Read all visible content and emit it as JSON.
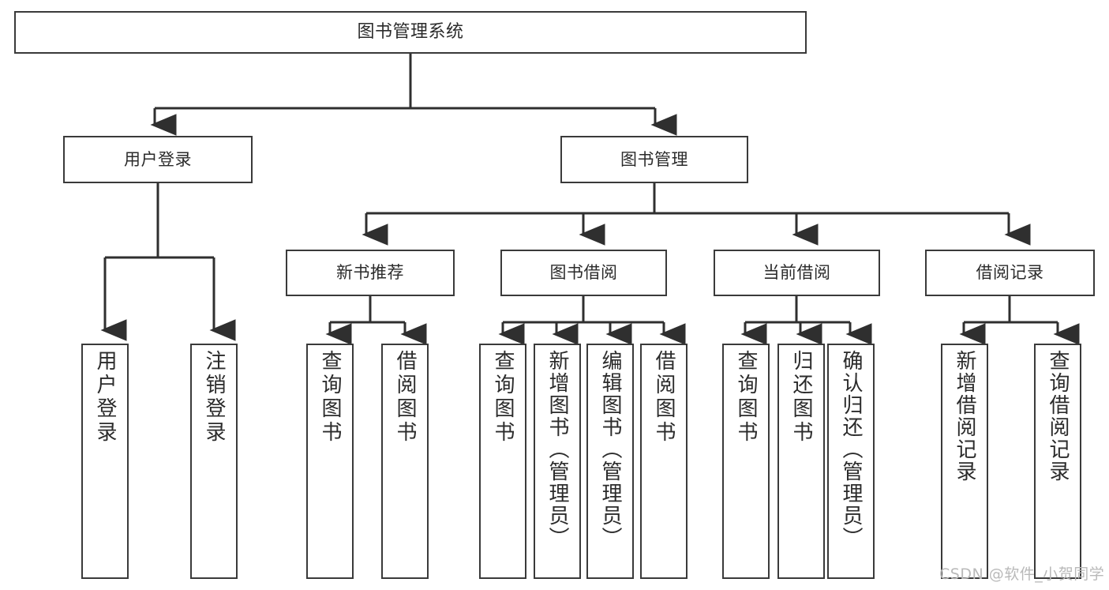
{
  "diagram": {
    "title": "图书管理系统",
    "type": "功能结构图",
    "stroke_color": "#3a3a3a",
    "fill_color": "#ffffff",
    "text_color": "#2b2b2b"
  },
  "root": {
    "label": "图书管理系统"
  },
  "level2": [
    {
      "label": "用户登录"
    },
    {
      "label": "图书管理"
    }
  ],
  "level3": [
    {
      "label": "新书推荐"
    },
    {
      "label": "图书借阅"
    },
    {
      "label": "当前借阅"
    },
    {
      "label": "借阅记录"
    }
  ],
  "leaves": {
    "user_login": [
      {
        "label": "用户登录"
      },
      {
        "label": "注销登录"
      }
    ],
    "new_book": [
      {
        "label": "查询图书"
      },
      {
        "label": "借阅图书"
      }
    ],
    "book_borrow": [
      {
        "label": "查询图书"
      },
      {
        "label": "新增图书（管理员）"
      },
      {
        "label": "编辑图书（管理员）"
      },
      {
        "label": "借阅图书"
      }
    ],
    "current_borrow": [
      {
        "label": "查询图书"
      },
      {
        "label": "归还图书"
      },
      {
        "label": "确认归还（管理员）"
      }
    ],
    "borrow_record": [
      {
        "label": "新增借阅记录"
      },
      {
        "label": "查询借阅记录"
      }
    ]
  },
  "watermark": {
    "text": "CSDN @软件_小贺同学"
  }
}
